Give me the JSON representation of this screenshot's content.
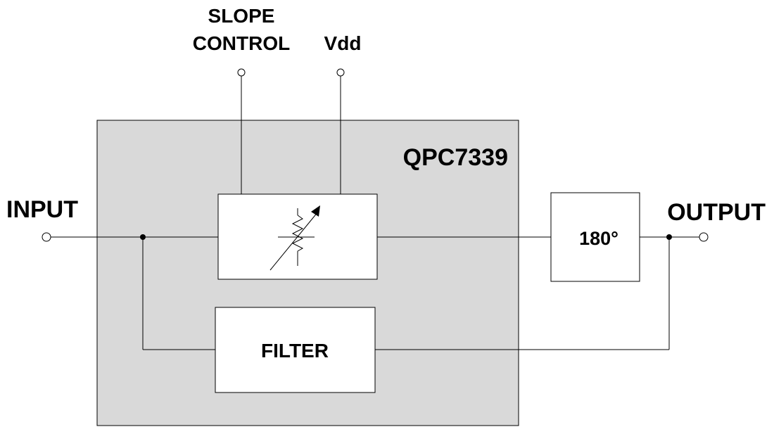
{
  "labels": {
    "slope_line1": "SLOPE",
    "slope_line2": "CONTROL",
    "vdd": "Vdd",
    "chip": "QPC7339",
    "input": "INPUT",
    "output": "OUTPUT",
    "phase": "180°",
    "filter": "FILTER"
  },
  "colors": {
    "chip_fill": "#d9d9d9",
    "line": "#000000",
    "box_fill": "#ffffff"
  },
  "icons": {
    "attenuator": "variable-resistor-icon"
  }
}
